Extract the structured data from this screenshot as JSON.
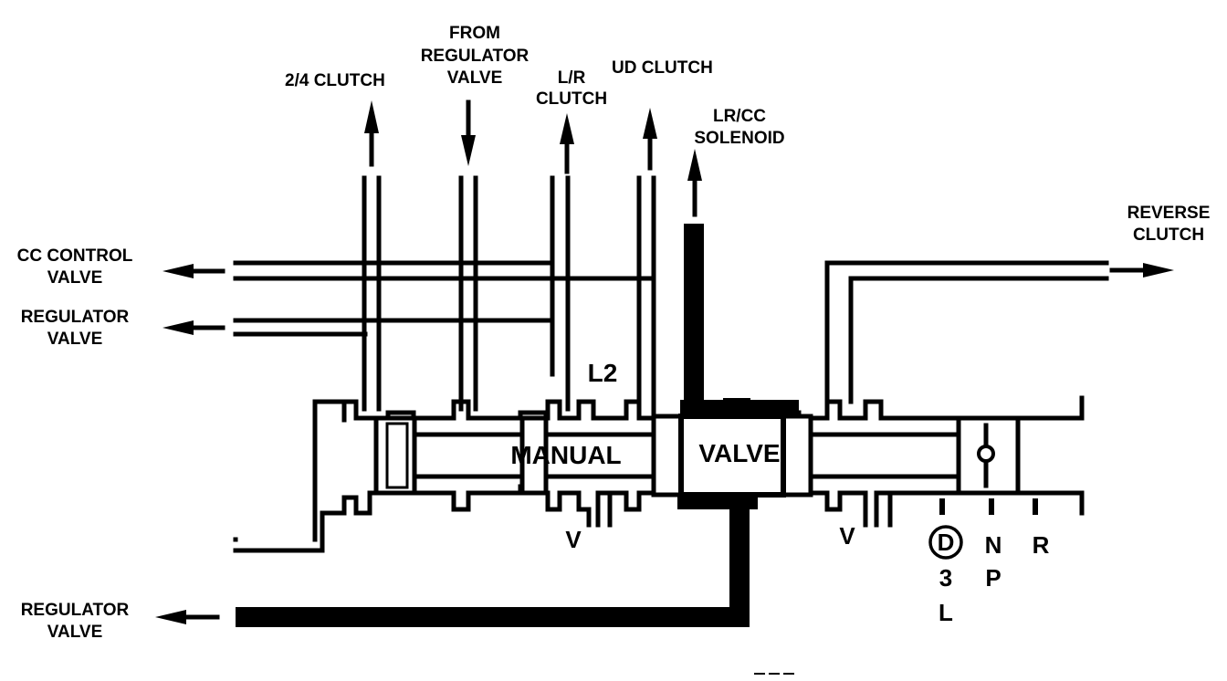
{
  "diagram": {
    "labels": {
      "clutch_24": "2/4 CLUTCH",
      "from_regulator_1": "FROM",
      "from_regulator_2": "REGULATOR",
      "from_regulator_3": "VALVE",
      "lr_clutch_1": "L/R",
      "lr_clutch_2": "CLUTCH",
      "ud_clutch": "UD CLUTCH",
      "lrcc_solenoid_1": "LR/CC",
      "lrcc_solenoid_2": "SOLENOID",
      "reverse_clutch_1": "REVERSE",
      "reverse_clutch_2": "CLUTCH",
      "cc_control_valve_1": "CC CONTROL",
      "cc_control_valve_2": "VALVE",
      "regulator_valve_a_1": "REGULATOR",
      "regulator_valve_a_2": "VALVE",
      "regulator_valve_b_1": "REGULATOR",
      "regulator_valve_b_2": "VALVE",
      "manual": "MANUAL",
      "valve": "VALVE",
      "l2": "L2",
      "vent_1": "V",
      "vent_2": "V",
      "pos_d": "D",
      "pos_3": "3",
      "pos_l": "L",
      "pos_n": "N",
      "pos_p": "P",
      "pos_r": "R"
    }
  }
}
